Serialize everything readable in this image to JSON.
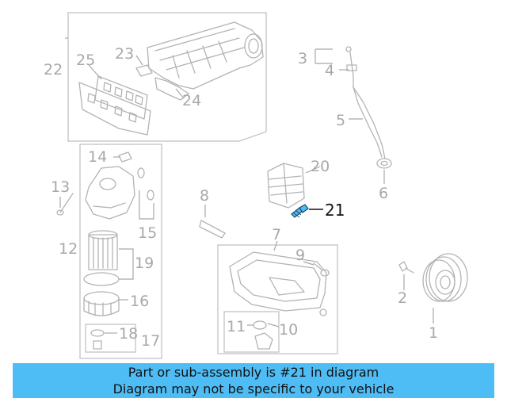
{
  "diagram": {
    "callouts": [
      "1",
      "2",
      "3",
      "4",
      "5",
      "6",
      "7",
      "8",
      "9",
      "10",
      "11",
      "12",
      "13",
      "14",
      "15",
      "16",
      "17",
      "18",
      "19",
      "20",
      "21",
      "22",
      "23",
      "24",
      "25"
    ],
    "highlighted": "21",
    "highlight_color": "#4fbdf5"
  },
  "banner": {
    "line1": "Part or sub-assembly is #21 in diagram",
    "line2": "Diagram may not be specific to your vehicle",
    "background": "#4fbdf5"
  }
}
